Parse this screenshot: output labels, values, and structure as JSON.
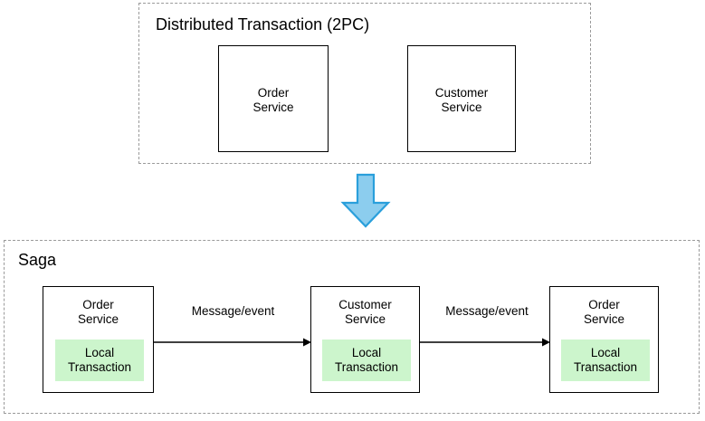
{
  "diagram": {
    "type": "flow-diagram",
    "background": "#ffffff",
    "colors": {
      "group_border": "#9a9a9a",
      "box_border": "#000000",
      "local_transaction_fill": "#ccf5cc",
      "big_arrow_fill": "#8ccdee",
      "big_arrow_stroke": "#2a9fdb",
      "text": "#000000"
    },
    "groups": [
      {
        "id": "distributed-transaction",
        "title": "Distributed Transaction (2PC)",
        "services": [
          {
            "id": "order-service",
            "label": "Order\nService"
          },
          {
            "id": "customer-service",
            "label": "Customer\nService"
          }
        ]
      },
      {
        "id": "saga",
        "title": "Saga",
        "services": [
          {
            "id": "saga-order-service-1",
            "label": "Order\nService",
            "local_transaction": "Local\nTransaction"
          },
          {
            "id": "saga-customer-service",
            "label": "Customer\nService",
            "local_transaction": "Local\nTransaction"
          },
          {
            "id": "saga-order-service-2",
            "label": "Order\nService",
            "local_transaction": "Local\nTransaction"
          }
        ],
        "connectors": [
          {
            "id": "connector-1",
            "label": "Message/event",
            "from": "saga-order-service-1",
            "to": "saga-customer-service"
          },
          {
            "id": "connector-2",
            "label": "Message/event",
            "from": "saga-customer-service",
            "to": "saga-order-service-2"
          }
        ]
      }
    ],
    "transition": {
      "id": "down-arrow",
      "icon": "down-arrow-icon",
      "direction": "down"
    }
  }
}
